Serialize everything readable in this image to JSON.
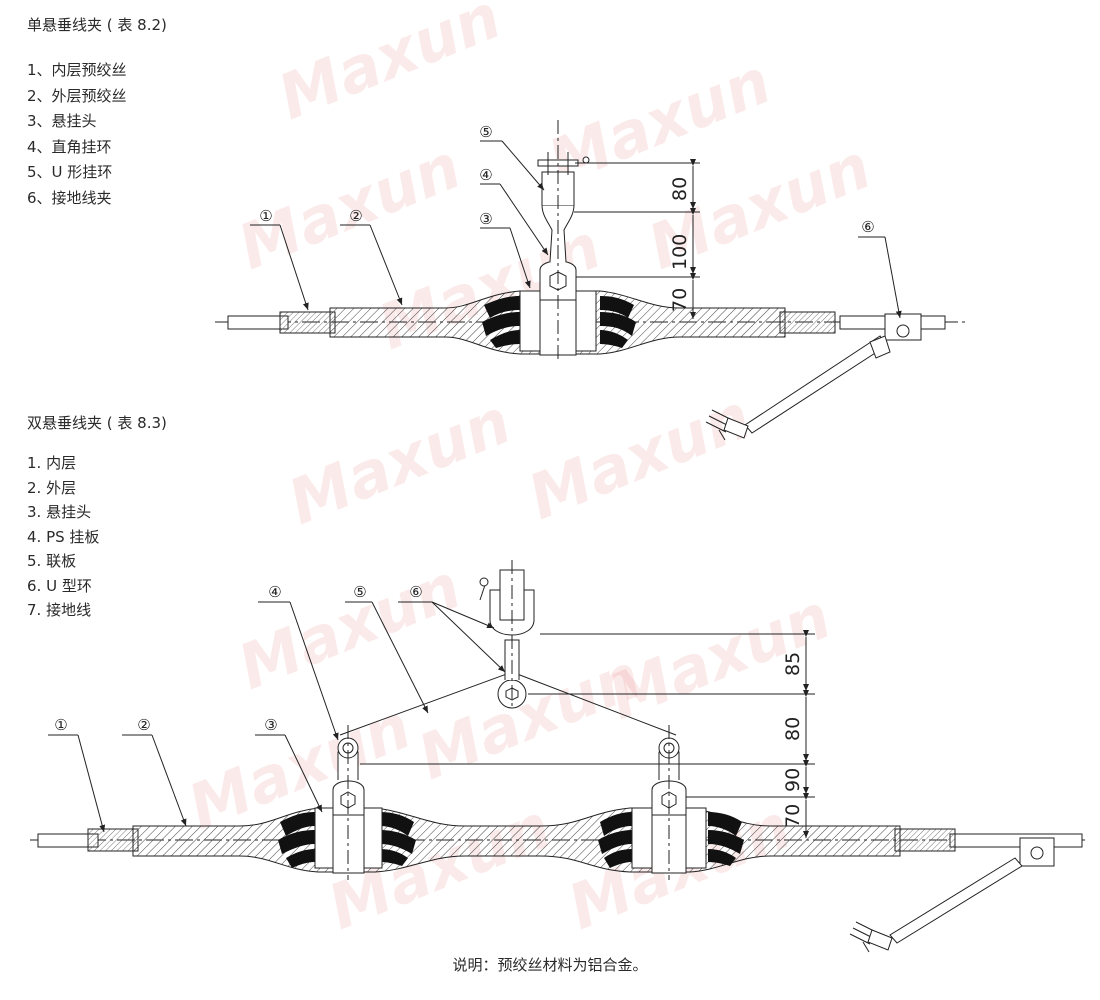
{
  "section1": {
    "title": "单悬垂线夹 ( 表 8.2)",
    "parts": [
      "1、内层预绞丝",
      "2、外层预绞丝",
      "3、悬挂头",
      "4、直角挂环",
      "5、U 形挂环",
      "6、接地线夹"
    ],
    "callouts": [
      "①",
      "②",
      "③",
      "④",
      "⑤",
      "⑥"
    ],
    "dimensions": [
      "80",
      "100",
      "70"
    ]
  },
  "section2": {
    "title": "双悬垂线夹 ( 表 8.3)",
    "parts": [
      "1. 内层",
      "2. 外层",
      "3. 悬挂头",
      "4. PS 挂板",
      "5. 联板",
      "6. U 型环",
      "7. 接地线"
    ],
    "callouts": [
      "①",
      "②",
      "③",
      "④",
      "⑤",
      "⑥"
    ],
    "dimensions": [
      "85",
      "80",
      "90",
      "70"
    ]
  },
  "note": "说明：预绞丝材料为铝合金。",
  "watermark": "Maxun",
  "colors": {
    "watermark": "#e04646",
    "line": "#222222",
    "background": "#ffffff"
  }
}
